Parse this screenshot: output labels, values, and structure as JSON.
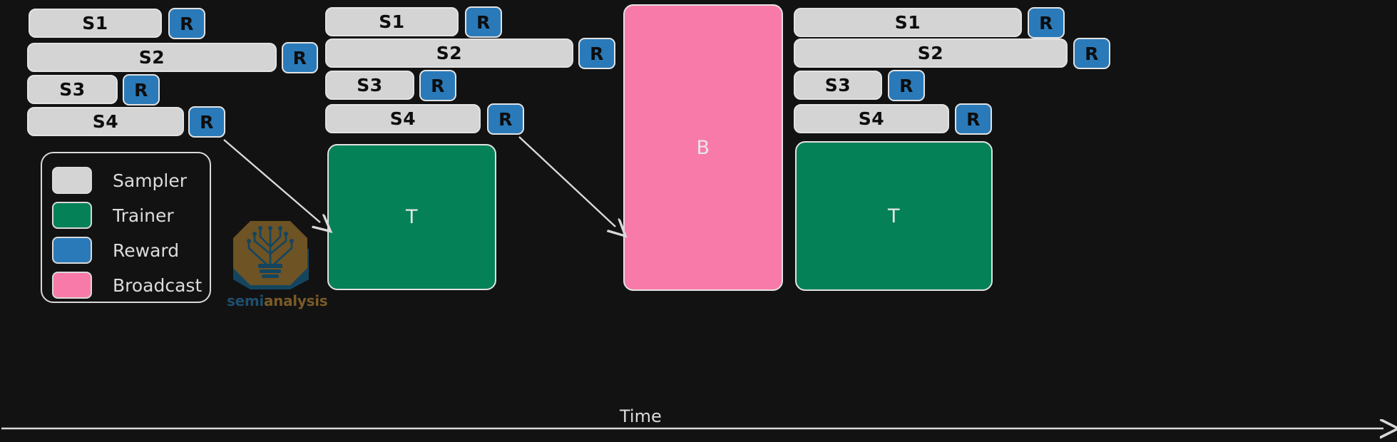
{
  "figure": {
    "background_color": "#121212",
    "axis": {
      "label": "Time",
      "direction": "left-to-right",
      "color": "#d9d9d9"
    }
  },
  "colors": {
    "sampler": "#d4d4d4",
    "trainer": "#058157",
    "reward": "#2a7ab9",
    "broadcast": "#f87aa8",
    "outline": "#d9d9d9",
    "background": "#121212",
    "watermark_semi": "#1d4f6e",
    "watermark_analysis": "#7a5a28"
  },
  "legend": {
    "items": [
      {
        "label": "Sampler",
        "color": "#d4d4d4"
      },
      {
        "label": "Trainer",
        "color": "#058157"
      },
      {
        "label": "Reward",
        "color": "#2a7ab9"
      },
      {
        "label": "Broadcast",
        "color": "#f87aa8"
      }
    ]
  },
  "watermark": {
    "semi": "semi",
    "analysis": "analysis",
    "logo_icon": "circuit-tree-bulb-icon"
  },
  "columns": [
    {
      "id": "round-1",
      "samplers": [
        {
          "label": "S1",
          "reward_label": "R"
        },
        {
          "label": "S2",
          "reward_label": "R"
        },
        {
          "label": "S3",
          "reward_label": "R"
        },
        {
          "label": "S4",
          "reward_label": "R"
        }
      ]
    },
    {
      "id": "round-2",
      "samplers": [
        {
          "label": "S1",
          "reward_label": "R"
        },
        {
          "label": "S2",
          "reward_label": "R"
        },
        {
          "label": "S3",
          "reward_label": "R"
        },
        {
          "label": "S4",
          "reward_label": "R"
        }
      ],
      "trainer": {
        "label": "T"
      }
    },
    {
      "id": "round-3",
      "broadcast": {
        "label": "B"
      },
      "samplers": [
        {
          "label": "S1",
          "reward_label": "R"
        },
        {
          "label": "S2",
          "reward_label": "R"
        },
        {
          "label": "S3",
          "reward_label": "R"
        },
        {
          "label": "S4",
          "reward_label": "R"
        }
      ],
      "trainer": {
        "label": "T"
      }
    }
  ],
  "arrows": [
    {
      "name": "arrow-round1-rewards-to-trainer1",
      "from": "round-1 S4 reward",
      "to": "trainer-1"
    },
    {
      "name": "arrow-round2-rewards-to-broadcast",
      "from": "round-2 S4 reward",
      "to": "broadcast"
    }
  ]
}
